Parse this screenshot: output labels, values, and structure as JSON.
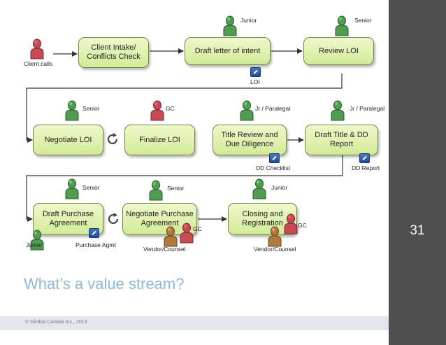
{
  "diagram": {
    "processes": [
      {
        "id": "intake",
        "label_lines": [
          "Client Intake/",
          "Conflicts Check"
        ]
      },
      {
        "id": "draft_loi",
        "label_lines": [
          "Draft letter of intent"
        ]
      },
      {
        "id": "review_loi",
        "label_lines": [
          "Review LOI"
        ]
      },
      {
        "id": "negotiate_loi",
        "label_lines": [
          "Negotiate LOI"
        ]
      },
      {
        "id": "finalize_loi",
        "label_lines": [
          "Finalize LOI"
        ]
      },
      {
        "id": "title_review",
        "label_lines": [
          "Title Review and",
          "Due Diligence"
        ]
      },
      {
        "id": "dd_report",
        "label_lines": [
          "Draft Title & DD",
          "Report"
        ]
      },
      {
        "id": "draft_purchase",
        "label_lines": [
          "Draft Purchase",
          "Agreement"
        ]
      },
      {
        "id": "negotiate_purchase",
        "label_lines": [
          "Negotiate Purchase",
          "Agreement"
        ]
      },
      {
        "id": "closing",
        "label_lines": [
          "Closing and",
          "Registration"
        ]
      }
    ],
    "actors": [
      {
        "id": "client",
        "label": "Client calls",
        "color": "#c94a55"
      },
      {
        "id": "junior_draft",
        "label": "Junior",
        "color": "#4f9e4f"
      },
      {
        "id": "senior_review",
        "label": "Senior",
        "color": "#4f9e4f"
      },
      {
        "id": "senior_negotiate",
        "label": "Senior",
        "color": "#4f9e4f"
      },
      {
        "id": "gc_finalize",
        "label": "GC",
        "color": "#c94a55"
      },
      {
        "id": "jr_title",
        "label": "Jr / Paralegal",
        "color": "#4f9e4f"
      },
      {
        "id": "jr_dd",
        "label": "Jr / Paralegal",
        "color": "#4f9e4f"
      },
      {
        "id": "senior_purchase",
        "label": "Senior",
        "color": "#4f9e4f"
      },
      {
        "id": "junior_purchase",
        "label": "Junior",
        "color": "#4f9e4f"
      },
      {
        "id": "senior_negotiate_purchase",
        "label": "Senior",
        "color": "#4f9e4f"
      },
      {
        "id": "vendor_negotiate",
        "label": "Vendor/Counsel",
        "color": "#b07a3c"
      },
      {
        "id": "gc_negotiate",
        "label": "GC",
        "color": "#c94a55"
      },
      {
        "id": "junior_closing",
        "label": "Junior",
        "color": "#4f9e4f"
      },
      {
        "id": "vendor_closing",
        "label": "Vendor/Counsel",
        "color": "#b07a3c"
      },
      {
        "id": "gc_closing",
        "label": "GC",
        "color": "#c94a55"
      }
    ],
    "documents": [
      {
        "id": "loi",
        "label": "LOI"
      },
      {
        "id": "dd_checklist",
        "label": "DD Checklist"
      },
      {
        "id": "dd_report_doc",
        "label": "DD Report"
      },
      {
        "id": "purchase_agmt",
        "label": "Purchase Agmt"
      }
    ],
    "icons": {
      "document": "document-tool-icon",
      "loop": "loop-icon",
      "person": "person-icon"
    }
  },
  "slide": {
    "heading": "What’s a value stream?",
    "page_number": "31",
    "footer": "© Gimbal Canada Inc., 2013",
    "colors": {
      "sidebar": "#4f4f4f",
      "heading": "#8cb8dd",
      "box_fill": "#e2f2b4",
      "box_border": "#6e8a3c",
      "footer_bar": "#e3e6ec"
    }
  }
}
